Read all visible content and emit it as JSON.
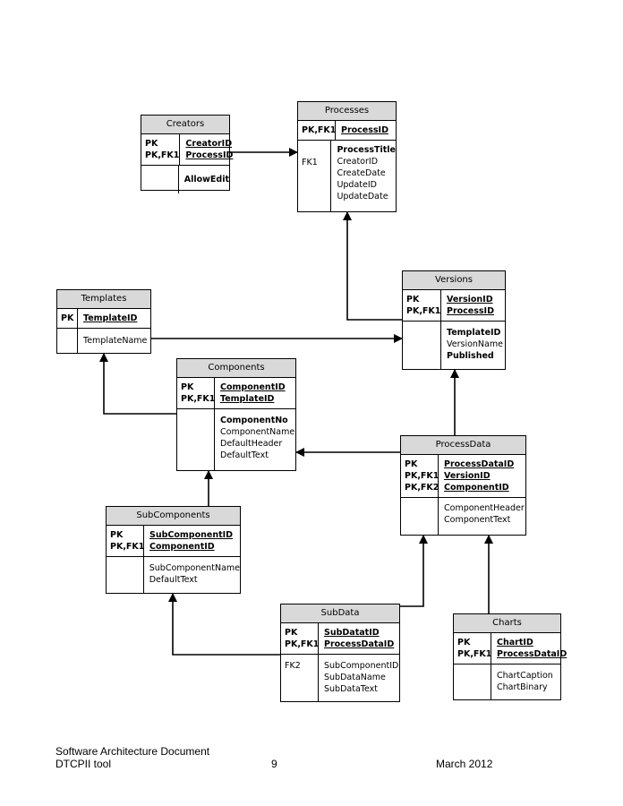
{
  "entities": {
    "creators": {
      "title": "Creators",
      "pk_keys": [
        "PK",
        "PK,FK1"
      ],
      "pk_fields": [
        "CreatorID",
        "ProcessID"
      ],
      "attr_keys": [
        ""
      ],
      "attr_fields": [
        "AllowEdit"
      ],
      "bold_attrs": [
        "AllowEdit"
      ]
    },
    "processes": {
      "title": "Processes",
      "pk_keys": [
        "PK,FK1"
      ],
      "pk_fields": [
        "ProcessID"
      ],
      "attr_keys": [
        "",
        "FK1"
      ],
      "attr_fields": [
        "ProcessTitle",
        "CreatorID",
        "CreateDate",
        "UpdateID",
        "UpdateDate"
      ],
      "bold_attrs": [
        "ProcessTitle"
      ]
    },
    "templates": {
      "title": "Templates",
      "pk_keys": [
        "PK"
      ],
      "pk_fields": [
        "TemplateID"
      ],
      "attr_keys": [
        ""
      ],
      "attr_fields": [
        "TemplateName"
      ],
      "bold_attrs": []
    },
    "versions": {
      "title": "Versions",
      "pk_keys": [
        "PK",
        "PK,FK1"
      ],
      "pk_fields": [
        "VersionID",
        "ProcessID"
      ],
      "attr_keys": [
        ""
      ],
      "attr_fields": [
        "TemplateID",
        "VersionName",
        "Published"
      ],
      "bold_attrs": [
        "TemplateID",
        "Published"
      ]
    },
    "components": {
      "title": "Components",
      "pk_keys": [
        "PK",
        "PK,FK1"
      ],
      "pk_fields": [
        "ComponentID",
        "TemplateID"
      ],
      "attr_keys": [
        ""
      ],
      "attr_fields": [
        "ComponentNo",
        "ComponentName",
        "DefaultHeader",
        "DefaultText"
      ],
      "bold_attrs": [
        "ComponentNo"
      ]
    },
    "processdata": {
      "title": "ProcessData",
      "pk_keys": [
        "PK",
        "PK,FK1",
        "PK,FK2"
      ],
      "pk_fields": [
        "ProcessDataID",
        "VersionID",
        "ComponentID"
      ],
      "attr_keys": [
        ""
      ],
      "attr_fields": [
        "ComponentHeader",
        "ComponentText"
      ],
      "bold_attrs": []
    },
    "subcomponents": {
      "title": "SubComponents",
      "pk_keys": [
        "PK",
        "PK,FK1"
      ],
      "pk_fields": [
        "SubComponentID",
        "ComponentID"
      ],
      "attr_keys": [
        ""
      ],
      "attr_fields": [
        "SubComponentName",
        "DefaultText"
      ],
      "bold_attrs": []
    },
    "subdata": {
      "title": "SubData",
      "pk_keys": [
        "PK",
        "PK,FK1"
      ],
      "pk_fields": [
        "SubDatatID",
        "ProcessDataID"
      ],
      "attr_keys": [
        "FK2"
      ],
      "attr_fields": [
        "SubComponentID",
        "SubDataName",
        "SubDataText"
      ],
      "bold_attrs": []
    },
    "charts": {
      "title": "Charts",
      "pk_keys": [
        "PK",
        "PK,FK1"
      ],
      "pk_fields": [
        "ChartID",
        "ProcessDataID"
      ],
      "attr_keys": [
        ""
      ],
      "attr_fields": [
        "ChartCaption",
        "ChartBinary"
      ],
      "bold_attrs": []
    }
  },
  "footer": {
    "doc_title": "Software Architecture Document",
    "project": "DTCPII tool",
    "page_number": "9",
    "date": "March 2012"
  }
}
